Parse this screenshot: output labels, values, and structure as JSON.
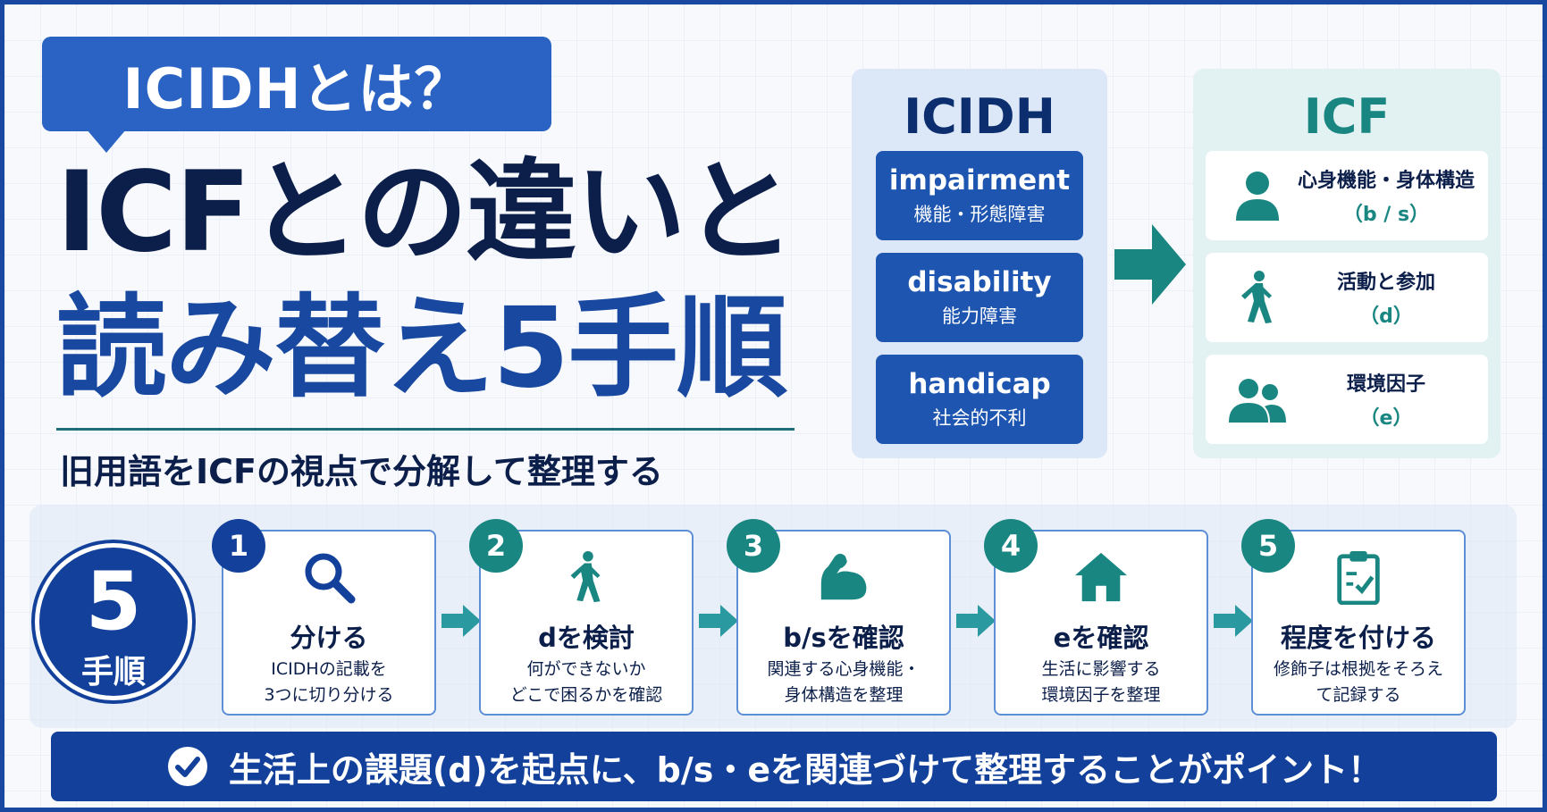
{
  "header": {
    "badge": "ICIDHとは？",
    "title_line1": "ICFとの違いと",
    "title_line2": "読み替え5手順",
    "subtitle": "旧用語をICFの視点で分解して整理する"
  },
  "icidh": {
    "title": "ICIDH",
    "items": [
      {
        "en": "impairment",
        "ja": "機能・形態障害"
      },
      {
        "en": "disability",
        "ja": "能力障害"
      },
      {
        "en": "handicap",
        "ja": "社会的不利"
      }
    ]
  },
  "icf": {
    "title": "ICF",
    "items": [
      {
        "label": "心身機能・身体構造",
        "code": "（b / s）",
        "icon": "person-icon"
      },
      {
        "label": "活動と参加",
        "code": "（d）",
        "icon": "walking-person-icon"
      },
      {
        "label": "環境因子",
        "code": "（e）",
        "icon": "group-icon"
      }
    ]
  },
  "steps_badge": {
    "number": "5",
    "label": "手順"
  },
  "steps": [
    {
      "num": "1",
      "title": "分ける",
      "desc1": "ICIDHの記載を",
      "desc2": "3つに切り分ける",
      "icon": "magnifier-icon"
    },
    {
      "num": "2",
      "title": "dを検討",
      "desc1": "何ができないか",
      "desc2": "どこで困るかを確認",
      "icon": "walking-person-icon"
    },
    {
      "num": "3",
      "title": "b/sを確認",
      "desc1": "関連する心身機能・",
      "desc2": "身体構造を整理",
      "icon": "flexed-arm-icon"
    },
    {
      "num": "4",
      "title": "eを確認",
      "desc1": "生活に影響する",
      "desc2": "環境因子を整理",
      "icon": "house-icon"
    },
    {
      "num": "5",
      "title": "程度を付ける",
      "desc1": "修飾子は根拠をそろえ",
      "desc2": "て記録する",
      "icon": "clipboard-check-icon"
    }
  ],
  "footer": {
    "text": "生活上の課題(d)を起点に、b/s・eを関連づけて整理することがポイント！"
  },
  "colors": {
    "navy": "#12409a",
    "blue": "#1d55b0",
    "teal": "#1a8682",
    "dark": "#0c1f4a"
  }
}
